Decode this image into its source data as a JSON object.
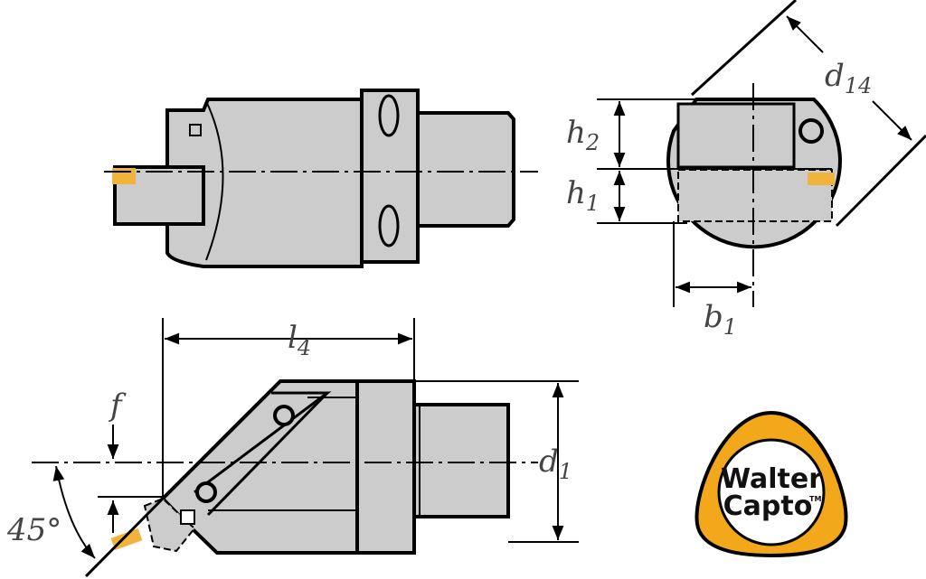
{
  "labels": {
    "d14": {
      "main": "d",
      "sub": "14"
    },
    "h2": {
      "main": "h",
      "sub": "2"
    },
    "h1": {
      "main": "h",
      "sub": "1"
    },
    "b1": {
      "main": "b",
      "sub": "1"
    },
    "l4": {
      "main": "l",
      "sub": "4"
    },
    "f": {
      "main": "f"
    },
    "d1": {
      "main": "d",
      "sub": "1"
    },
    "angle": {
      "main": "45°"
    }
  },
  "logo": {
    "line1": "Walter",
    "line2": "Capto",
    "tm": "TM"
  },
  "colors": {
    "body": "#cccccc",
    "insert": "#f2b33d",
    "logo_ring": "#f3a81c",
    "line": "#000000"
  }
}
